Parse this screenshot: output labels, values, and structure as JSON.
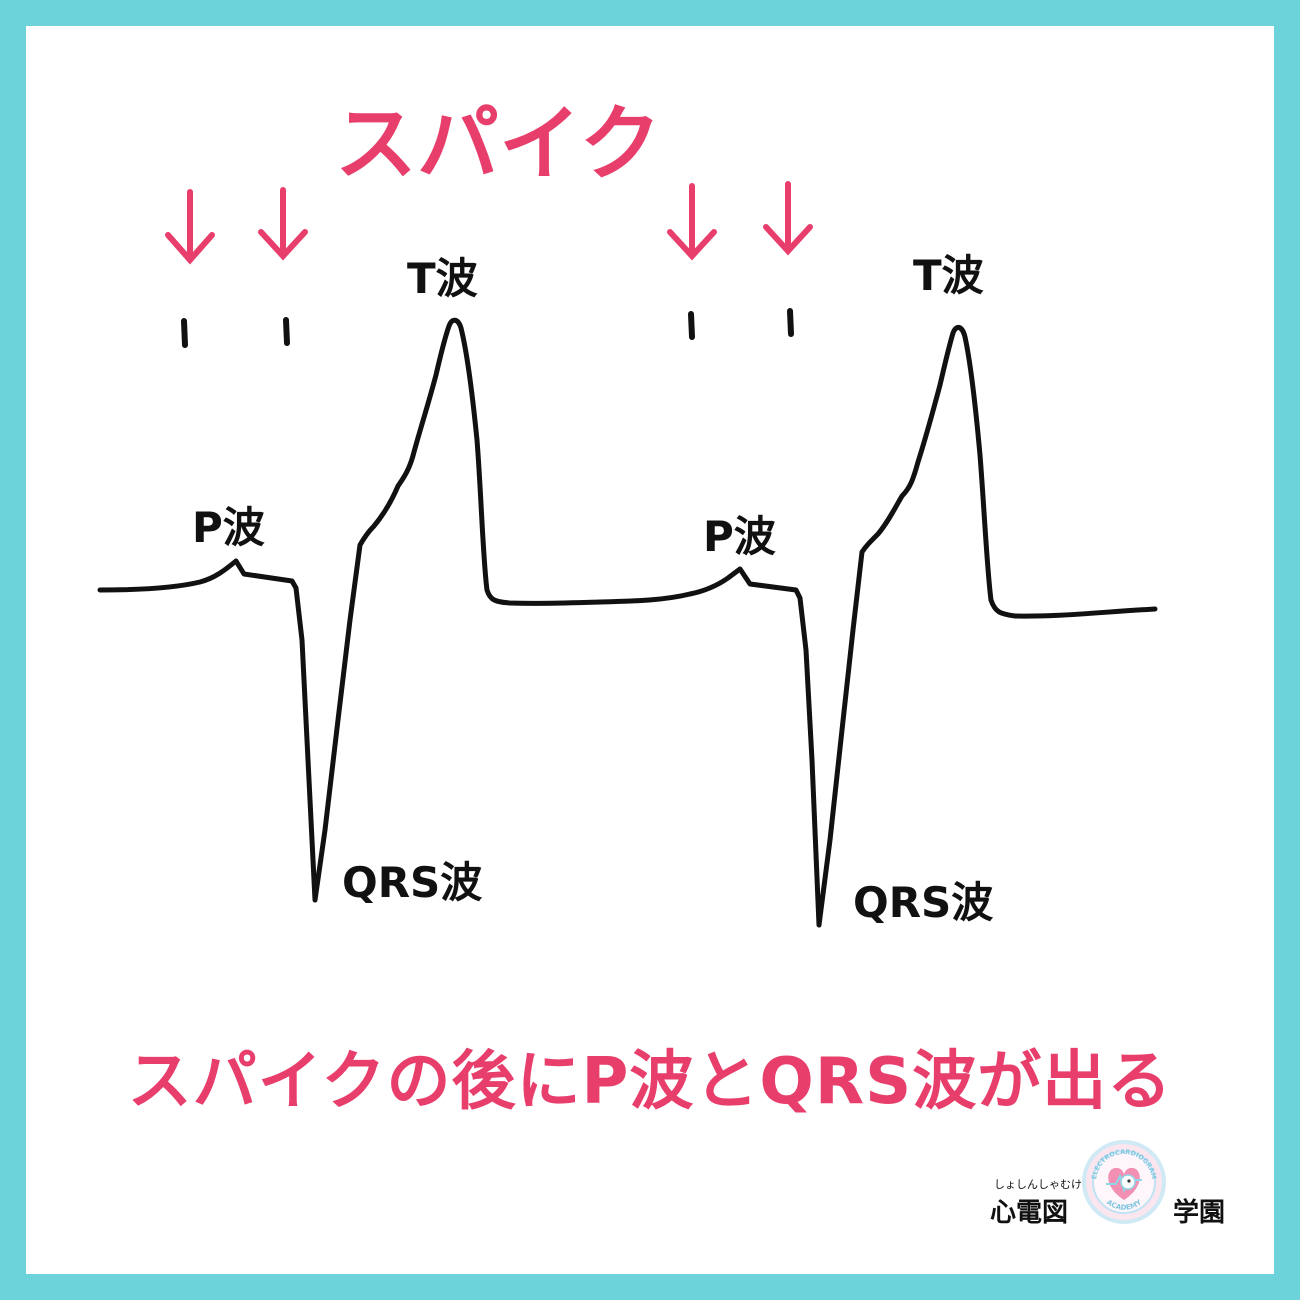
{
  "title": "スパイク",
  "labels": {
    "t_wave": "T波",
    "p_wave": "P波",
    "qrs_wave": "QRS波"
  },
  "caption": "スパイクの後にP波とQRS波が出る",
  "logo": {
    "ruby": "しょしんしゃむけ",
    "name_left": "心電図",
    "name_right": "学園",
    "badge_top": "ELECTROCARDIOGRAM",
    "badge_bottom": "ACADEMY"
  },
  "colors": {
    "border": "#6cd3da",
    "accent": "#e83e6c",
    "trace": "#111111"
  }
}
